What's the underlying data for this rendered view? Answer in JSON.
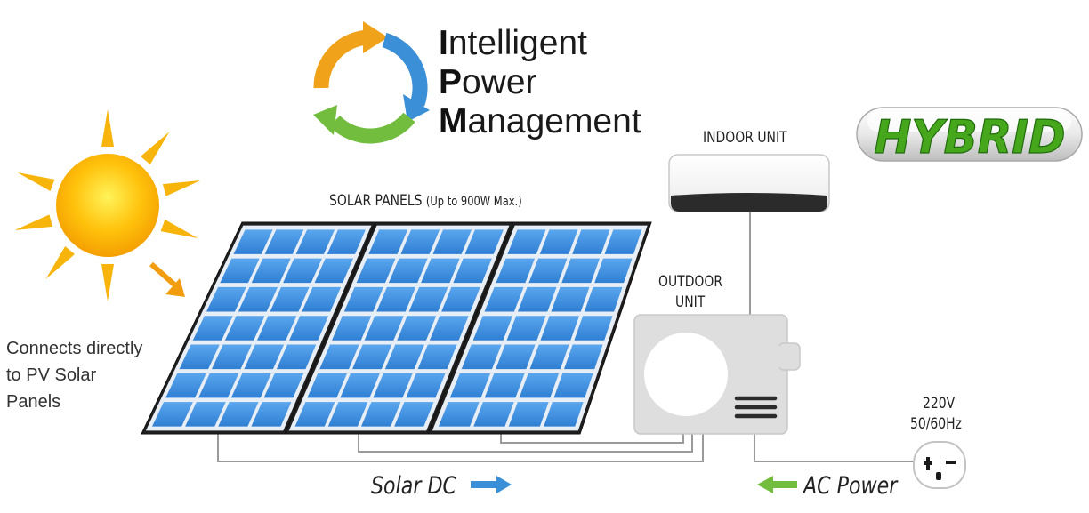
{
  "logo": {
    "lines": [
      {
        "initial": "I",
        "rest": "ntelligent"
      },
      {
        "initial": "P",
        "rest": "ower"
      },
      {
        "initial": "M",
        "rest": "anagement"
      }
    ],
    "colors": {
      "orange": "#f0a21a",
      "blue": "#3a8fd6",
      "green": "#72bd3d"
    }
  },
  "badge": {
    "text": "HYBRID",
    "text_color": "#46a61c"
  },
  "labels": {
    "indoor_unit": "INDOOR UNIT",
    "solar_panels": "SOLAR PANELS",
    "solar_panels_note": "(Up to 900W Max.)",
    "outdoor_unit_line1": "OUTDOOR",
    "outdoor_unit_line2": "UNIT",
    "connects_line1": "Connects directly",
    "connects_line2": "to PV Solar",
    "connects_line3": "Panels",
    "voltage": "220V",
    "frequency": "50/60Hz",
    "solar_dc": "Solar DC",
    "ac_power": "AC Power"
  },
  "icons": {
    "sun": "sun-icon",
    "ray": "sunray-arrow-icon",
    "outlet": "power-outlet-icon",
    "solar_dc_arrow": "arrow-right-icon",
    "ac_power_arrow": "arrow-left-icon"
  },
  "colors": {
    "panel_cell": "#3d8ddd",
    "panel_frame": "#1f1f1f",
    "wire": "#9a9a9a",
    "sun": "#f7b40a",
    "solar_dc_arrow": "#3a8fd6",
    "ac_power_arrow": "#72bd3d"
  }
}
